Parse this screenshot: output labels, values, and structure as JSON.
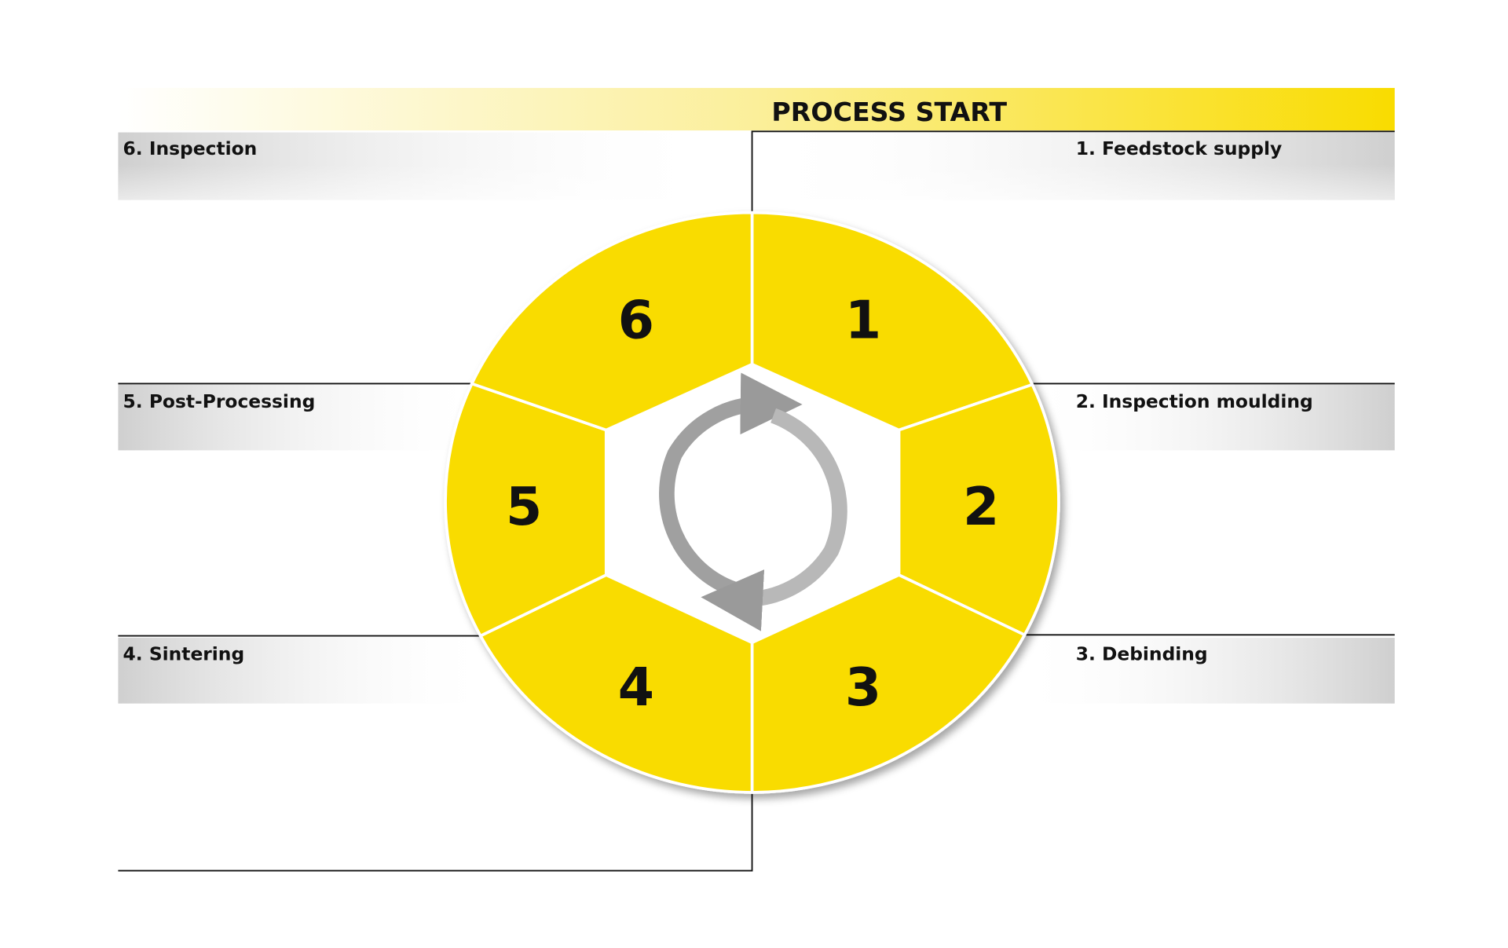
{
  "header": {
    "title": "PROCESS START"
  },
  "steps": [
    {
      "label": "1. Feedstock supply",
      "number": "1"
    },
    {
      "label": "2. Inspection moulding",
      "number": "2"
    },
    {
      "label": "3. Debinding",
      "number": "3"
    },
    {
      "label": "4. Sintering",
      "number": "4"
    },
    {
      "label": "5. Post-Processing",
      "number": "5"
    },
    {
      "label": "6. Inspection",
      "number": "6"
    }
  ],
  "colors": {
    "accent": "#f9dc00",
    "text": "#111111",
    "arrow": "#9a9a9a"
  }
}
